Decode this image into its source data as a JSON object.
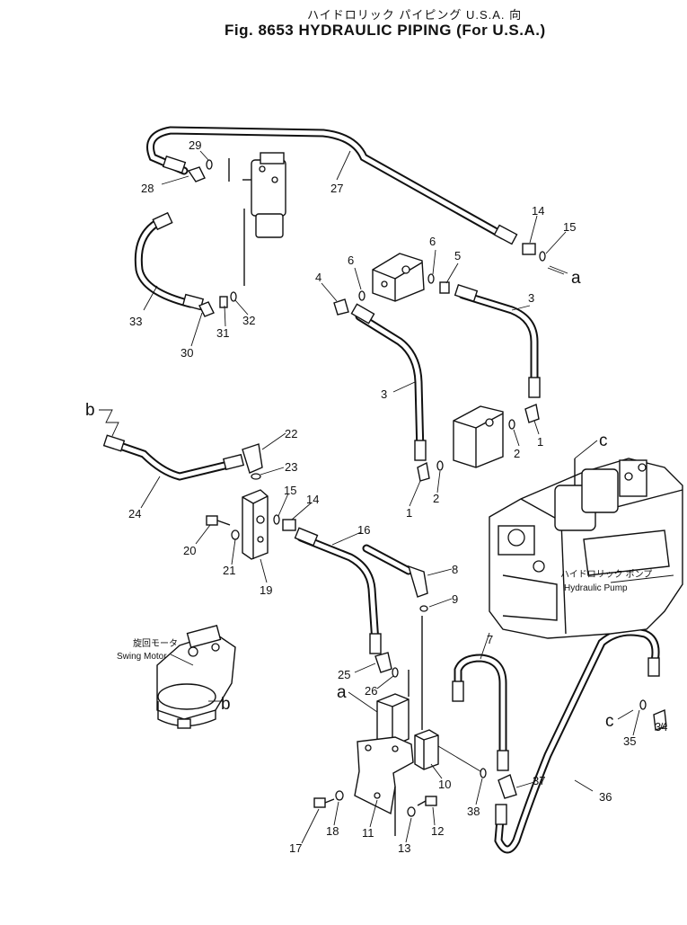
{
  "figure": {
    "title_jp": "ハイドロリック パイピング U.S.A. 向",
    "title_en": "Fig. 8653 HYDRAULIC PIPING (For U.S.A.)"
  },
  "component_labels": {
    "hydraulic_pump_jp": "ハイドロリック ポンプ",
    "hydraulic_pump_en": "Hydraulic Pump",
    "swing_motor_jp": "旋回モータ",
    "swing_motor_en": "Swing Motor"
  },
  "connection_letters": [
    "a",
    "a",
    "b",
    "b",
    "c",
    "c"
  ],
  "parts": [
    "1",
    "1",
    "2",
    "2",
    "3",
    "3",
    "4",
    "5",
    "6",
    "6",
    "7",
    "8",
    "9",
    "10",
    "11",
    "12",
    "13",
    "14",
    "14",
    "15",
    "15",
    "16",
    "17",
    "18",
    "19",
    "20",
    "21",
    "22",
    "23",
    "24",
    "25",
    "26",
    "27",
    "28",
    "29",
    "30",
    "31",
    "32",
    "33",
    "34",
    "35",
    "36",
    "37",
    "38"
  ]
}
